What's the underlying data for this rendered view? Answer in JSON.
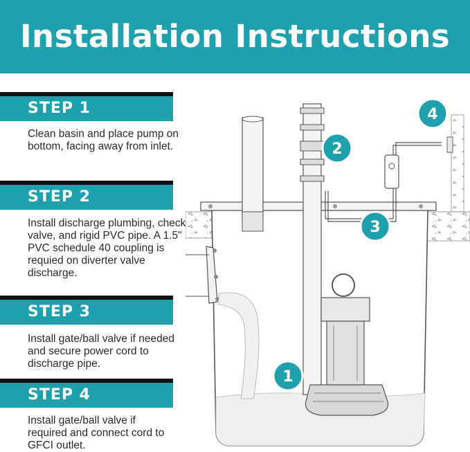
{
  "title": "Installation Instructions",
  "steps": [
    {
      "label": "STEP 1",
      "text": "Clean basin and place pump on bottom, facing away from inlet."
    },
    {
      "label": "STEP 2",
      "text": "Install discharge plumbing, check valve, and rigid PVC pipe. A 1.5\" PVC schedule 40 coupling is requied on diverter valve discharge."
    },
    {
      "label": "STEP 3",
      "text": "Install gate/ball valve if needed and secure power cord to discharge pipe."
    },
    {
      "label": "STEP 4",
      "text": "Install gate/ball valve if required and connect cord to GFCI outlet."
    }
  ],
  "callouts": [
    "1",
    "2",
    "3",
    "4"
  ],
  "colors": {
    "accent": "#1fa0ad",
    "divider": "#111111",
    "text": "#2b2b2b"
  }
}
